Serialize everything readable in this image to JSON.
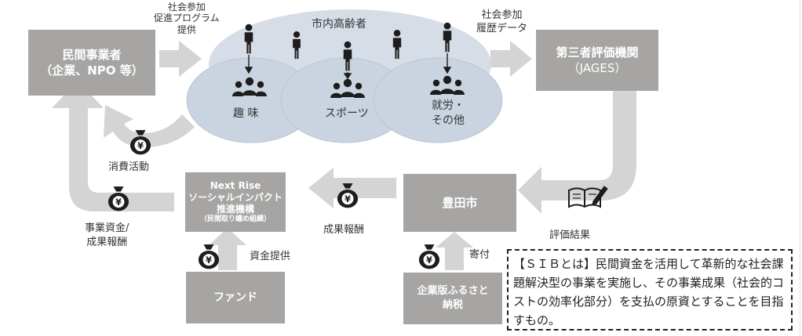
{
  "actors": {
    "operator_line1": "民間事業者",
    "operator_line2": "（企業、NPO 等）",
    "evaluator_line1": "第三者評価機関",
    "evaluator_line2": "（JAGES）",
    "city": "豊田市",
    "nextrise_line1": "Next Rise",
    "nextrise_line2": "ソーシャルインパクト",
    "nextrise_line3": "推進機構",
    "nextrise_line4": "（民間取り纏め組織）",
    "fund": "ファンド",
    "furusato_line1": "企業版ふるさと",
    "furusato_line2": "納税"
  },
  "cloud": {
    "title": "市内高齢者",
    "hobby": "趣 味",
    "sports": "スポーツ",
    "work_line1": "就労・",
    "work_line2": "その他"
  },
  "flows": {
    "provide_line1": "社会参加",
    "provide_line2": "促進プログラム",
    "provide_line3": "提供",
    "history_line1": "社会参加",
    "history_line2": "履歴データ",
    "consumption": "消費活動",
    "eval_result": "評価結果",
    "outcome_pay": "成果報酬",
    "funds_line1": "事業資金/",
    "funds_line2": "成果報酬",
    "capital": "資金提供",
    "donation": "寄付",
    "yen": "¥"
  },
  "note": {
    "text": "【ＳＩＢとは】民間資金を活用して革新的な社会課題解決型の事業を実施し、その事業成果（社会的コストの効率化部分）を支払の原資とすることを目指すもの。"
  },
  "colors": {
    "box_fill": "#a7a5a3",
    "arrow_fill": "#d4d4d4",
    "cloud_back": "#d6dde6",
    "cloud_oval": "#c9d4e0",
    "icon_dark": "#1d1d1d"
  }
}
